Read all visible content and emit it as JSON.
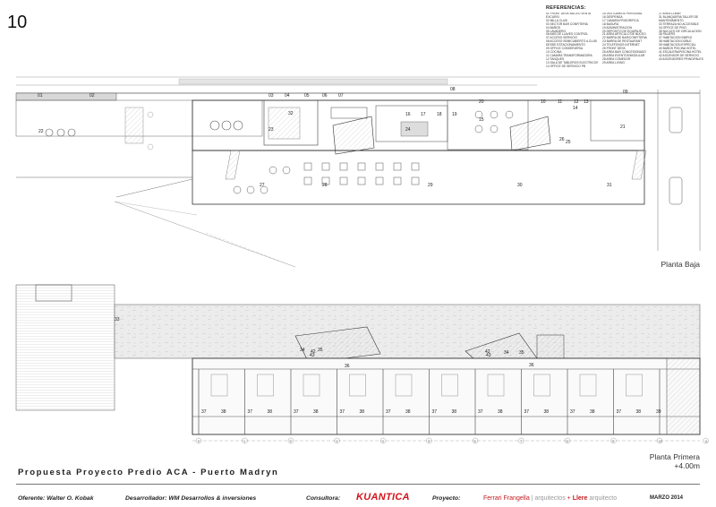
{
  "sheet": {
    "number": "10"
  },
  "references": {
    "title": "REFERENCIAS:",
    "columns": [
      [
        "01 FRONT DESK BUCEO VENTA",
        "EXCURSI",
        "02 MILLA CLUB",
        "03 SECTOR BAR CONFITERIA",
        "04 BAÑOS",
        "05 LAVADERO",
        "06 AMS DE LLAVES CONTROL",
        "07 ACCESO SERVICIO",
        "08 ACCESO SEMICUBIERTO A CLUB",
        "DESDE ESTACIONAMIENTO",
        "09 OFFICE CONSERJERIA",
        "10 COCINA",
        "11 CAMARA TRANSFORMADORA",
        "12 TANQUES",
        "13 SALA DE TABLEROS ELECTRICOS",
        "14 OFFICE DE SERVICIO PB"
      ],
      [
        "15 VESTUARIOS PERSONAL",
        "16 DESPENSA",
        "17 CAMARA FRIGORIFICA",
        "18 BASURA",
        "19 ADMINISTRACION",
        "20 DEPOSITO DE EQUIPAJE",
        "21 AREA ARTICULO DE BUCEO",
        "22 BARRA DE BAR/CONFITERIA",
        "23 BARRA DE RESTAURANT",
        "24 TELEFONOS INTERNET",
        "25 FRONT DESK",
        "26 AREA BAR CONCESIONADO",
        "28 AREA EVENTOS/MODULAR",
        "28 AREA COMEDOR",
        "29 AREA LIVING"
      ],
      [
        "27 AREA LOBBY",
        "31 BLANQUERIA TALLER DE",
        "MANTENIMIENTO",
        "33 TERRAZA NO ACCESIBLE",
        "34 OFFICE DE PISO",
        "35 NUCLEO DE CIRCULACION",
        "36 PALIERS",
        "37 HABITACION SIMPLE",
        "38 HABITACION DOBLE",
        "39 HABITACION ESPECIAL",
        "40 BAÑOS PISCINA HOTEL",
        "41 ESCALERA/PISCINA HOTEL",
        "42 ASCENSOR DE SERVICIO",
        "43 ASCENSORES PRINCIPALES"
      ]
    ]
  },
  "plans": {
    "ground": {
      "label": "Planta Baja"
    },
    "first": {
      "label": "Planta Primera",
      "level": "+4.00m"
    }
  },
  "room_tags": {
    "ground": [
      "01",
      "02",
      "03",
      "04",
      "05",
      "06",
      "07",
      "08",
      "09",
      "10",
      "11",
      "12",
      "13",
      "14",
      "15",
      "16",
      "17",
      "18",
      "19",
      "20",
      "21",
      "22",
      "23",
      "24",
      "25",
      "26",
      "27",
      "28",
      "29",
      "30",
      "31",
      "32"
    ],
    "first": [
      "33",
      "34",
      "35",
      "36",
      "34",
      "35",
      "36",
      "37",
      "38",
      "37",
      "38",
      "37",
      "38",
      "37",
      "38",
      "37",
      "38",
      "37",
      "38",
      "37",
      "38",
      "37",
      "38",
      "37",
      "38",
      "37",
      "38",
      "39",
      "42",
      "43",
      "42",
      "43"
    ]
  },
  "grid_axes": [
    "0",
    "1",
    "2",
    "3",
    "4",
    "5",
    "6",
    "7",
    "8",
    "9",
    "10",
    "11"
  ],
  "footer": {
    "project_title": "Propuesta Proyecto Predio ACA - Puerto Madryn",
    "bidder": "Oferente: Walter O. Kobak",
    "developer": "Desarrollador: WM Desarrollos & inversiones",
    "consultant_label": "Consultora:",
    "consultant_logo": "KUANTICA",
    "project_label": "Proyecto:",
    "firm_a": "Ferrari Frangella",
    "firm_a_suffix": " | arquitectos",
    "firm_sep": " + ",
    "firm_b": "Llere",
    "firm_b_suffix": " arquitecto",
    "date": "MARZO 2014"
  }
}
